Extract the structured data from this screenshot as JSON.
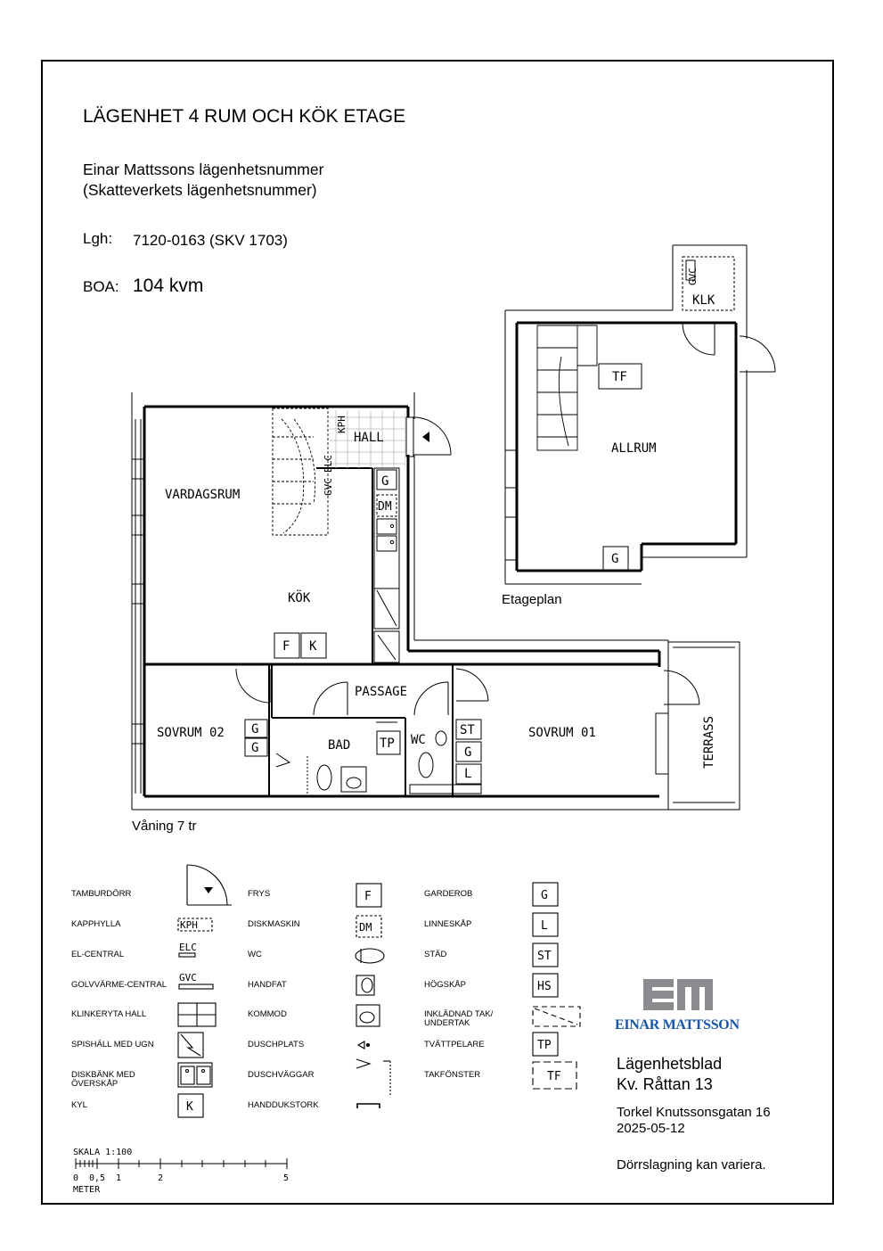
{
  "header": {
    "title": "LÄGENHET 4 RUM OCH KÖK ETAGE",
    "line1": "Einar Mattssons lägenhetsnummer",
    "line2": "(Skatteverkets lägenhetsnummer)",
    "lgh_label": "Lgh:",
    "lgh_value": "7120-0163 (SKV 1703)",
    "boa_label": "BOA:",
    "boa_value": "104 kvm"
  },
  "plan": {
    "rooms": {
      "vardagsrum": "VARDAGSRUM",
      "kok": "KÖK",
      "hall": "HALL",
      "passage": "PASSAGE",
      "sovrum02": "SOVRUM 02",
      "sovrum01": "SOVRUM 01",
      "bad": "BAD",
      "wc": "WC",
      "terrass": "TERRASS",
      "allrum": "ALLRUM",
      "klk": "KLK"
    },
    "marks": {
      "g": "G",
      "dm": "DM",
      "f": "F",
      "k": "K",
      "tp": "TP",
      "st": "ST",
      "l": "L",
      "tf": "TF",
      "kph": "KPH",
      "gvc": "GVC",
      "elc": "ELC"
    },
    "etage_caption": "Etageplan",
    "floor_caption": "Våning 7 tr"
  },
  "legend": {
    "col1": [
      "TAMBURDÖRR",
      "KAPPHYLLA",
      "EL-CENTRAL",
      "GOLVVÄRME-CENTRAL",
      "KLINKERYTA HALL",
      "SPISHÄLL MED UGN",
      "DISKBÄNK MED ÖVERSKÅP",
      "KYL"
    ],
    "col2": [
      "FRYS",
      "DISKMASKIN",
      "WC",
      "HANDFAT",
      "KOMMOD",
      "DUSCHPLATS",
      "DUSCHVÄGGAR",
      "HANDDUKSTORK"
    ],
    "col3": [
      "GARDEROB",
      "LINNESKÅP",
      "STÄD",
      "HÖGSKÅP",
      "INKLÄDNAD TAK/ UNDERTAK",
      "TVÄTTPELARE",
      "TAKFÖNSTER"
    ],
    "sym": {
      "kph": "KPH",
      "elc": "ELC",
      "gvc": "GVC",
      "f": "F",
      "dm": "DM",
      "g": "G",
      "l": "L",
      "st": "ST",
      "hs": "HS",
      "tp": "TP",
      "tf": "TF",
      "k": "K"
    }
  },
  "scale": {
    "title": "SKALA 1:100",
    "ticks": [
      "0",
      "0,5",
      "1",
      "2",
      "5"
    ],
    "unit": "METER"
  },
  "brand": {
    "logo_letters": "EM",
    "logo_name": "EINAR MATTSSON",
    "color": "#1a56a8",
    "logo_grey": "#8a8c8f"
  },
  "info": {
    "doc_line1": "Lägenhetsblad",
    "doc_line2": "Kv. Råttan 13",
    "address": "Torkel Knutssonsgatan 16",
    "date": "2025-05-12",
    "note": "Dörrslagning kan variera."
  }
}
